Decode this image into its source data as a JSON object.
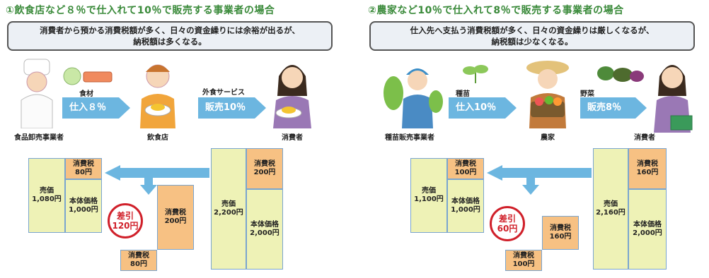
{
  "panels": [
    {
      "title": "①飲食店など８％で仕入れて10％で販売する事業者の場合",
      "summary": [
        "消費者から預かる消費税額が多く、日々の資金繰りには余裕が出るが、",
        "納税額は多くなる。"
      ],
      "actors": [
        "食品卸売事業者",
        "飲食店",
        "消費者"
      ],
      "flows": [
        {
          "item": "食材",
          "label": "仕入８％"
        },
        {
          "item": "外食サービス",
          "label": "販売10％"
        }
      ],
      "purchase": {
        "price_label": "売価",
        "price": "1,080円",
        "tax_label": "消費税",
        "tax": "80円",
        "base_label": "本体価格",
        "base": "1,000円"
      },
      "sale": {
        "price_label": "売価",
        "price": "2,200円",
        "tax_label": "消費税",
        "tax": "200円",
        "base_label": "本体価格",
        "base": "2,000円"
      },
      "difference": {
        "label": "差引",
        "amount": "120円"
      },
      "tax_collected": {
        "label": "消費税",
        "amount": "200円"
      },
      "tax_paid": {
        "label": "消費税",
        "amount": "80円"
      }
    },
    {
      "title": "②農家など10％で仕入れて8％で販売する事業者の場合",
      "summary": [
        "仕入先へ支払う消費税額が多く、日々の資金繰りは厳しくなるが、",
        "納税額は少なくなる。"
      ],
      "actors": [
        "種苗販売事業者",
        "農家",
        "消費者"
      ],
      "flows": [
        {
          "item": "種苗",
          "label": "仕入10％"
        },
        {
          "item": "野菜",
          "label": "販売8％"
        }
      ],
      "purchase": {
        "price_label": "売価",
        "price": "1,100円",
        "tax_label": "消費税",
        "tax": "100円",
        "base_label": "本体価格",
        "base": "1,000円"
      },
      "sale": {
        "price_label": "売価",
        "price": "2,160円",
        "tax_label": "消費税",
        "tax": "160円",
        "base_label": "本体価格",
        "base": "2,000円"
      },
      "difference": {
        "label": "差引",
        "amount": "60円"
      },
      "tax_collected": {
        "label": "消費税",
        "amount": "160円"
      },
      "tax_paid": {
        "label": "消費税",
        "amount": "100円"
      }
    }
  ],
  "colors": {
    "arrow": "#6cb6e0",
    "green_box": "#eef2b6",
    "orange_box": "#f7c183",
    "title": "#3a8a3a",
    "red": "#d0202a"
  }
}
